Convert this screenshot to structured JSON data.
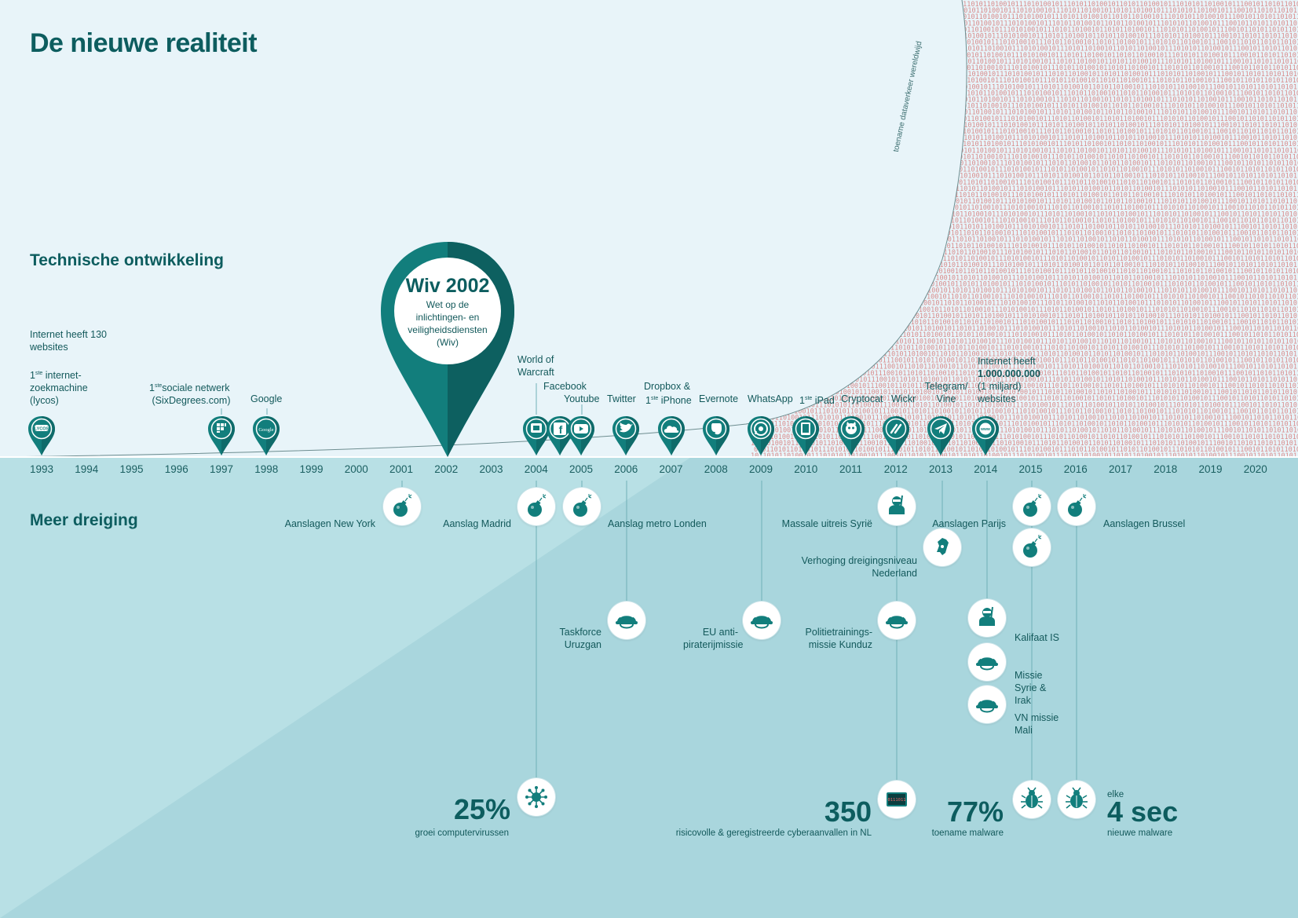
{
  "title": "De nieuwe realiteit",
  "sections": {
    "tech": "Technische ontwikkeling",
    "threat": "Meer dreiging"
  },
  "curve_label": "toename dataverkeer wereldwijd",
  "years": [
    "1993",
    "1994",
    "1995",
    "1996",
    "1997",
    "1998",
    "1999",
    "2000",
    "2001",
    "2002",
    "2003",
    "2004",
    "2005",
    "2006",
    "2007",
    "2008",
    "2009",
    "2010",
    "2011",
    "2012",
    "2013",
    "2014",
    "2015",
    "2016",
    "2017",
    "2018",
    "2019",
    "2020"
  ],
  "wiv": {
    "title": "Wiv 2002",
    "subtitle": "Wet op de inlichtingen- en veiligheidsdiensten (Wiv)"
  },
  "tech_events": {
    "internet_130": "Internet heeft 130 websites",
    "lycos_sup": "ste",
    "lycos_pre": "1",
    "lycos": "internet-zoekmachine (lycos)",
    "sixdegrees_pre": "1",
    "sixdegrees_sup": "ste",
    "sixdegrees_line1": "sociale netwerk",
    "sixdegrees_line2": "(SixDegrees.com)",
    "google": "Google",
    "wow": "World of Warcraft",
    "facebook": "Facebook",
    "youtube": "Youtube",
    "twitter": "Twitter",
    "dropbox": "Dropbox &",
    "iphone_pre": "1",
    "iphone_sup": "ste",
    "iphone": "iPhone",
    "evernote": "Evernote",
    "whatsapp": "WhatsApp",
    "ipad_pre": "1",
    "ipad_sup": "ste",
    "ipad": "iPad",
    "cryptocat": "Cryptocat",
    "wickr": "Wickr",
    "telegram": "Telegram/ Vine",
    "internet_bn_1": "Internet heeft",
    "internet_bn_2": "1.000.000.000",
    "internet_bn_3": "(1 miljard)",
    "internet_bn_4": "websites"
  },
  "threat_events": {
    "newyork": "Aanslagen New York",
    "madrid": "Aanslag Madrid",
    "londen": "Aanslag metro Londen",
    "syrie": "Massale uitreis Syrië",
    "parijs": "Aanslagen Parijs",
    "brussel": "Aanslagen Brussel",
    "dreiging": "Verhoging dreigingsniveau Nederland",
    "uruzgan": "Taskforce Uruzgan",
    "piraterij": "EU anti-piraterijmissie",
    "kunduz": "Politietrainings-missie Kunduz",
    "kalifaat": "Kalifaat IS",
    "missie_syrie": "Missie Syrie & Irak",
    "mali": "VN missie Mali"
  },
  "stats": {
    "virus_value": "25%",
    "virus_label": "groei computervirussen",
    "cyber_value": "350",
    "cyber_label": "risicovolle & geregistreerde cyberaanvallen in NL",
    "malware_value": "77%",
    "malware_label": "toename malware",
    "sec_pre": "elke",
    "sec_value": "4 sec",
    "sec_label": "nieuwe malware"
  },
  "binary_line": "0101101011010010111010101101001011100101101011010010110101101001011101010010111010110100101101011010010111010101101001011100101101011",
  "colors": {
    "dark_teal": "#0d5d5f",
    "pin_teal": "#127e7c",
    "sky": "#e8f4f9",
    "lower": "#b1dbe1",
    "binary": "#d98d8d"
  }
}
